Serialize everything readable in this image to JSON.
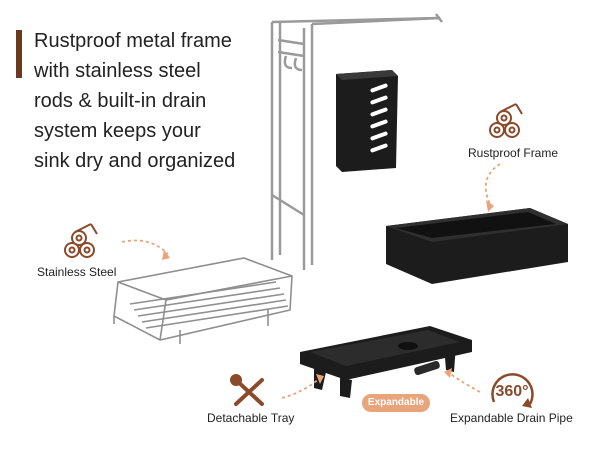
{
  "headline": {
    "lines": [
      "Rustproof metal frame",
      " with stainless  steel",
      "rods & built-in drain",
      "system keeps your",
      "sink dry and organized"
    ]
  },
  "labels": {
    "rustproof_frame": "Rustproof Frame",
    "stainless_steel": "Stainless Steel",
    "detachable_tray": "Detachable Tray",
    "expandable_badge": "Expandable",
    "expandable_drain_pipe": "Expandable Drain Pipe",
    "rotation_degrees": "360°"
  },
  "colors": {
    "accent": "#6b3a1e",
    "icon_brown": "#8b4a2b",
    "arrow_orange": "#e8a47a",
    "black_part": "#1c1c1c"
  },
  "icons": [
    "logs-icon",
    "tools-icon",
    "rotate-360-icon",
    "curved-arrow-icon"
  ]
}
